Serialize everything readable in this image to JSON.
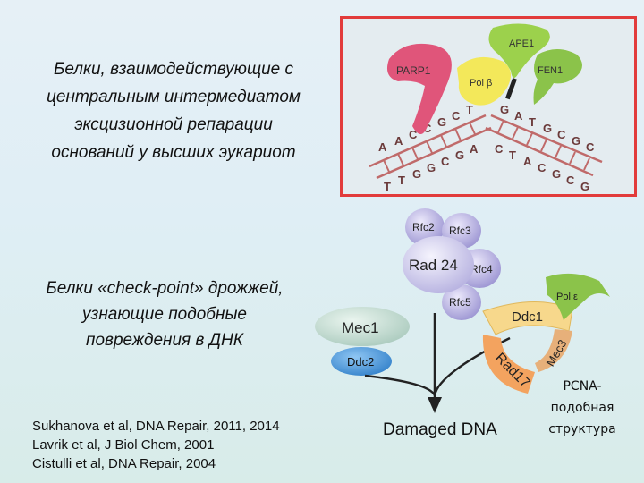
{
  "heading_top": [
    "Белки, взаимодействующие с",
    "центральным интермедиатом",
    "эксцизионной репарации",
    "оснований у высших эукариот"
  ],
  "heading_mid": [
    "Белки «check-point» дрожжей,",
    "узнающие подобные",
    "повреждения в ДНК"
  ],
  "references": [
    "Sukhanova et al, DNA Repair, 2011, 2014",
    "Lavrik et al, J Biol Chem, 2001",
    "Cistulli et al, DNA Repair, 2004"
  ],
  "pcna_label": [
    "PCNA-",
    "подобная",
    "структура"
  ],
  "ber_diagram": {
    "proteins": {
      "parp1": "PARP1",
      "pol_beta": "Pol β",
      "ape1": "APE1",
      "fen1": "FEN1"
    },
    "dna_left_top": [
      "A",
      "A",
      "C",
      "C",
      "G",
      "C",
      "T"
    ],
    "dna_left_bottom": [
      "T",
      "T",
      "G",
      "G",
      "C",
      "G",
      "A"
    ],
    "dna_right_top": [
      "G",
      "A",
      "T",
      "G",
      "C",
      "G",
      "C"
    ],
    "dna_right_bottom": [
      "C",
      "T",
      "A",
      "C",
      "G",
      "C",
      "G"
    ]
  },
  "checkpoint_diagram": {
    "rfc2": "Rfc2",
    "rfc3": "Rfc3",
    "rad24": "Rad 24",
    "rfc4": "Rfc4",
    "rfc5": "Rfc5",
    "mec1": "Mec1",
    "ddc2": "Ddc2",
    "ddc1": "Ddc1",
    "rad17": "Rad17",
    "mec3": "Mec3",
    "pol_epsilon": "Pol ε",
    "damaged_dna": "Damaged DNA"
  },
  "colors": {
    "frame": "#e23b3b",
    "parp1": "#e0557a",
    "pol_beta": "#f3e85a",
    "ape1": "#9cd14c",
    "fen1": "#8bc34a",
    "rfc": "#a9a3d8",
    "ddc2": "#3f8fd6",
    "ddc1": "#f7d88c",
    "rad17": "#f3a35f",
    "mec3": "#e7b07a"
  }
}
